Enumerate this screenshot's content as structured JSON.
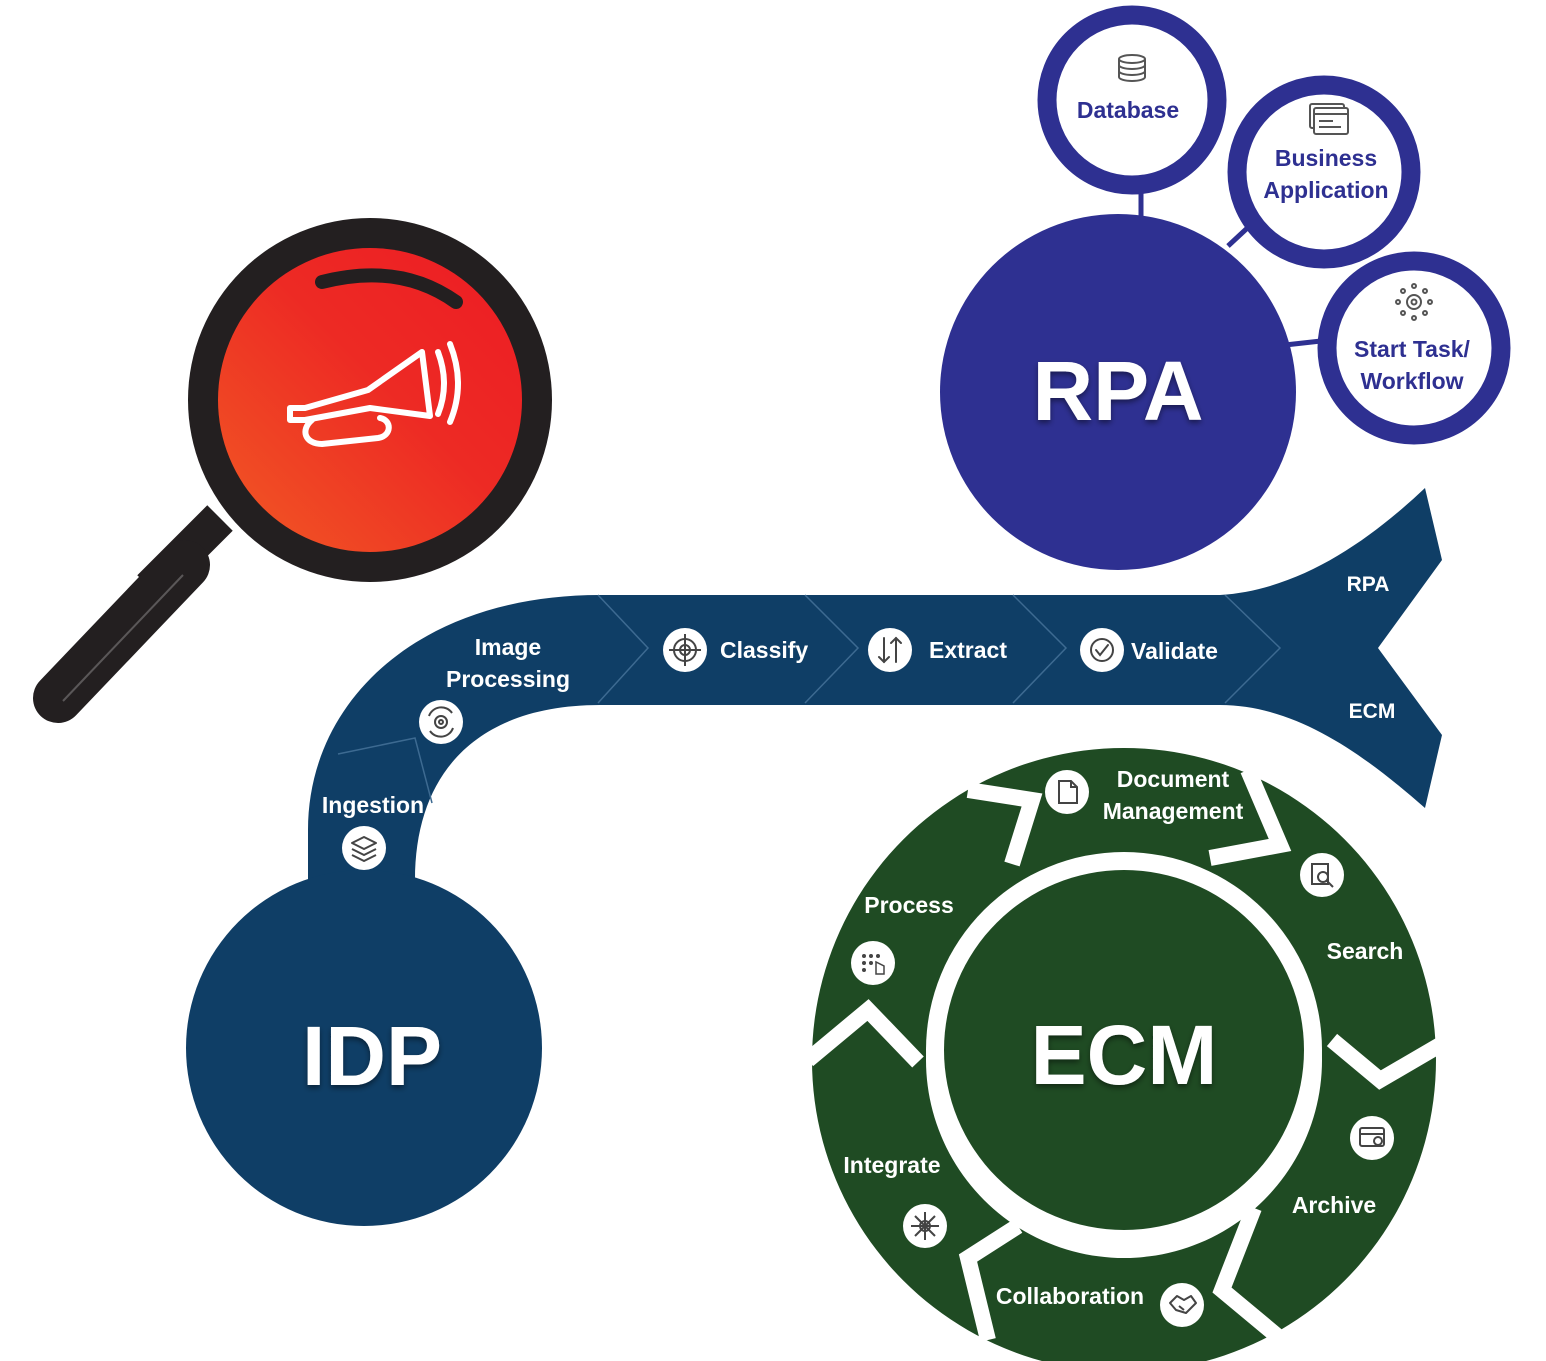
{
  "colors": {
    "idp_blue": "#0f3e66",
    "rpa_indigo": "#2e3091",
    "ecm_green": "#1f4b23",
    "alert_red": "#ed1c24",
    "alert_orange": "#f15a24",
    "handle_black": "#231f20"
  },
  "hubs": {
    "idp": "IDP",
    "rpa": "RPA",
    "ecm": "ECM"
  },
  "magnifier": {
    "icon": "bugle-icon"
  },
  "pipeline": {
    "steps": [
      {
        "label_lines": [
          "Ingestion"
        ],
        "icon": "layers-icon"
      },
      {
        "label_lines": [
          "Image",
          "Processing"
        ],
        "icon": "gear-sync-icon"
      },
      {
        "label_lines": [
          "Classify"
        ],
        "icon": "target-icon"
      },
      {
        "label_lines": [
          "Extract"
        ],
        "icon": "sort-arrows-icon"
      },
      {
        "label_lines": [
          "Validate"
        ],
        "icon": "check-circle-icon"
      }
    ],
    "branches": [
      "RPA",
      "ECM"
    ]
  },
  "rpa_targets": [
    {
      "label_lines": [
        "Database"
      ],
      "icon": "database-icon"
    },
    {
      "label_lines": [
        "Business",
        "Application"
      ],
      "icon": "app-window-icon"
    },
    {
      "label_lines": [
        "Start Task/",
        "Workflow"
      ],
      "icon": "workflow-gear-icon"
    }
  ],
  "ecm_cycle": [
    {
      "label_lines": [
        "Document",
        "Management"
      ],
      "icon": "document-icon"
    },
    {
      "label_lines": [
        "Search"
      ],
      "icon": "search-doc-icon"
    },
    {
      "label_lines": [
        "Archive"
      ],
      "icon": "archive-icon"
    },
    {
      "label_lines": [
        "Collaboration"
      ],
      "icon": "handshake-icon"
    },
    {
      "label_lines": [
        "Integrate"
      ],
      "icon": "network-icon"
    },
    {
      "label_lines": [
        "Process"
      ],
      "icon": "process-grid-icon"
    }
  ]
}
